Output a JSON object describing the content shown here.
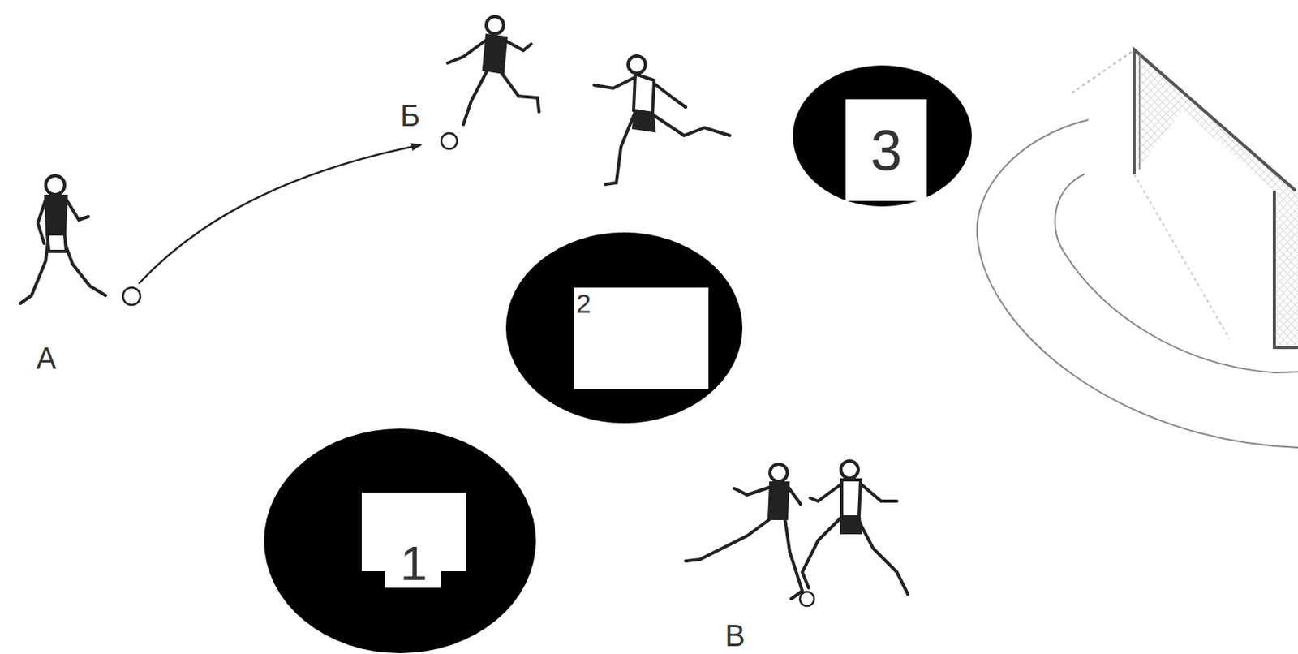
{
  "diagram": {
    "nodes": [
      {
        "text": [
          "3"
        ]
      },
      {
        "text": [
          "2"
        ]
      },
      {
        "text": [
          "1"
        ]
      }
    ],
    "labels": [
      "Б",
      "А",
      "В"
    ]
  }
}
